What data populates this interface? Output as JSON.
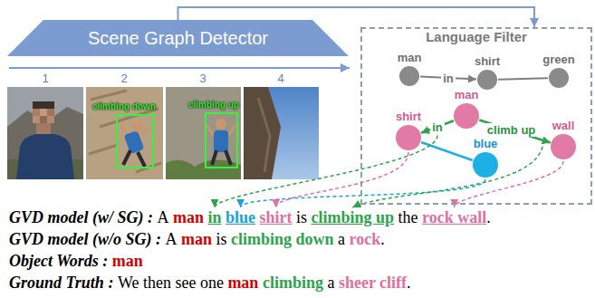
{
  "diagram": {
    "nodes": [
      {
        "text": [
          "Scene Graph Detector"
        ]
      },
      {
        "text": [
          "Language Filter"
        ]
      },
      {
        "text": [
          "man"
        ],
        "in": 1
      },
      {
        "text": [
          "shirt"
        ],
        "in": 1
      },
      {
        "text": [
          "green"
        ],
        "in": 1
      },
      {
        "text": [
          "man"
        ],
        "in": 1
      },
      {
        "text": [
          "shirt"
        ],
        "in": 1
      },
      {
        "text": [
          "blue"
        ],
        "in": 1
      },
      {
        "text": [
          "wall"
        ],
        "in": 1
      },
      {
        "text": [
          "climbing down"
        ]
      },
      {
        "text": [
          "climbing up"
        ]
      }
    ],
    "edges": [
      {
        "from": 0,
        "to": 1,
        "arrow": "to"
      },
      {
        "from": 2,
        "to": 3,
        "label": "in",
        "arrow": "to"
      },
      {
        "from": 3,
        "to": 4,
        "arrow": "none"
      },
      {
        "from": 5,
        "to": 6,
        "label": "in",
        "arrow": "to"
      },
      {
        "from": 6,
        "to": 7,
        "arrow": "none"
      },
      {
        "from": 5,
        "to": 8,
        "label": "climb up",
        "arrow": "to"
      }
    ],
    "labels": [
      "1",
      "2",
      "3",
      "4",
      "GVD model (w/ SG) :",
      "A",
      "man",
      "in",
      "blue",
      "shirt",
      "is",
      "climbing up",
      "the",
      "rock wall",
      ".",
      "GVD model (w/o SG) :",
      "A",
      "man",
      "is",
      "climbing down",
      "a",
      "rock",
      ".",
      "Object Words :",
      "man",
      "Ground Truth :",
      "We then see one",
      "man",
      "climbing",
      "a",
      "sheer cliff",
      "."
    ]
  }
}
